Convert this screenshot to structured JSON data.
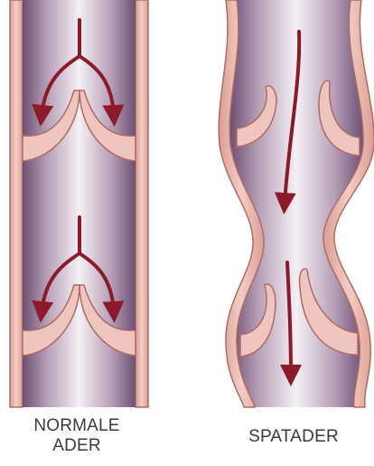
{
  "labels": {
    "normal_vein_line1": "NORMALE",
    "normal_vein_line2": "ADER",
    "varicose_vein": "SPATADER"
  },
  "colors": {
    "vein_wall": "#e9b8ae",
    "vein_wall_stroke": "#b06a64",
    "lumen_dark": "#7a5a7f",
    "lumen_light": "#f4eef4",
    "valve_fill": "#efc6bf",
    "arrow": "#8b1a2a",
    "label_text": "#3a3a3a"
  }
}
